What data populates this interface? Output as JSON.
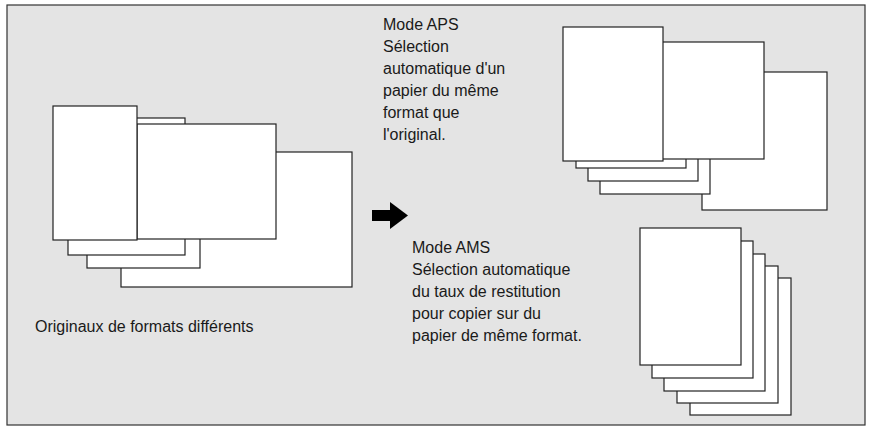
{
  "diagram": {
    "labels": [
      "Mode APS",
      "Sélection automatique d'un papier du même format que l'original.",
      "Mode AMS",
      "Sélection automatique du taux de restitution pour copier sur du papier de même format.",
      "Originaux de formats différents"
    ]
  }
}
